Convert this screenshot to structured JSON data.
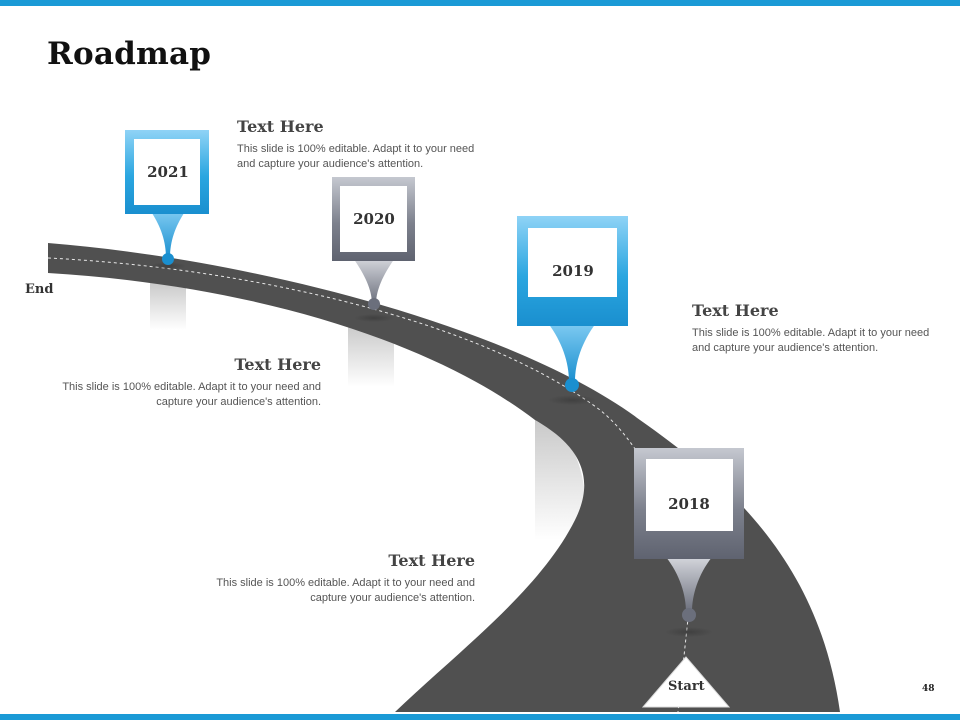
{
  "slide": {
    "title": "Roadmap",
    "page_number": "48"
  },
  "road": {
    "end_label": "End",
    "start_label": "Start"
  },
  "milestones": [
    {
      "year": "2021",
      "color": "#1a9ad6"
    },
    {
      "year": "2020",
      "color": "#6b6f7c"
    },
    {
      "year": "2019",
      "color": "#1a9ad6"
    },
    {
      "year": "2018",
      "color": "#6b6f7c"
    }
  ],
  "text_blocks": [
    {
      "heading": "Text Here",
      "body": "This slide is 100% editable. Adapt it to your need and capture your audience's attention."
    },
    {
      "heading": "Text Here",
      "body": "This slide is 100% editable. Adapt it to your need and capture your audience's attention."
    },
    {
      "heading": "Text Here",
      "body": "This slide is 100% editable. Adapt it to your need and capture your audience's attention."
    },
    {
      "heading": "Text Here",
      "body": "This slide is 100% editable. Adapt it to your need and capture your audience's attention."
    }
  ],
  "colors": {
    "accent_blue": "#1a9ad6",
    "accent_gray": "#6b6f7c",
    "road": "#505050"
  }
}
